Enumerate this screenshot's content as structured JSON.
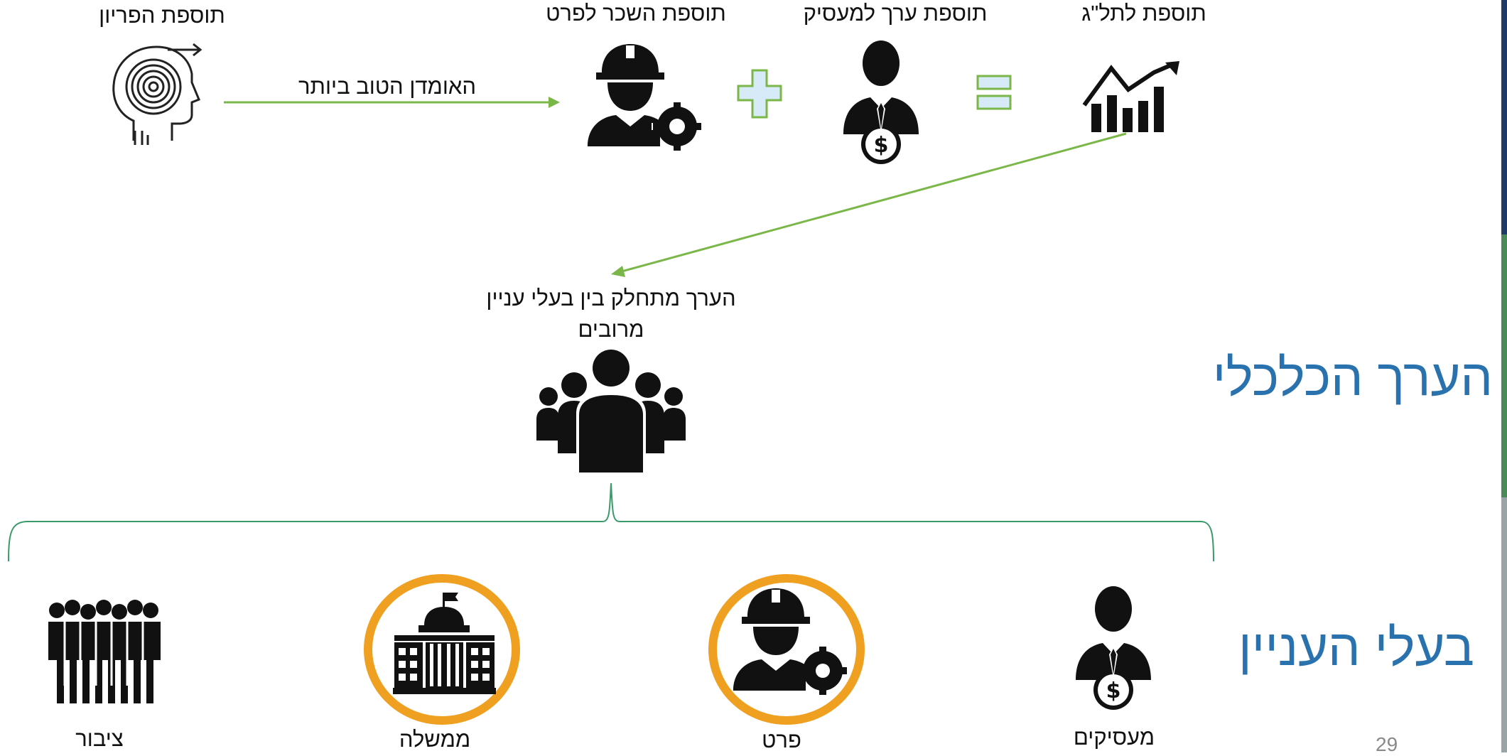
{
  "slide": {
    "top_labels": {
      "productivity": "תוספת הפריון",
      "worker_wage": "תוספת השכר לפרט",
      "employer_value": "תוספת ערך למעסיק",
      "gdp": "תוספת לתל\"ג"
    },
    "arrow_label": "האומדן הטוב ביותר",
    "shared_value_label": "הערך מתחלק בין בעלי עניין מרובים",
    "titles": {
      "economic_value": "הערך הכלכלי",
      "stakeholders": "בעלי העניין"
    },
    "stakeholders": [
      {
        "key": "public",
        "label": "ציבור",
        "icon": "crowd-icon",
        "highlighted": false
      },
      {
        "key": "government",
        "label": "ממשלה",
        "icon": "government-building-icon",
        "highlighted": true
      },
      {
        "key": "individual",
        "label": "פרט",
        "icon": "worker-gear-icon",
        "highlighted": true
      },
      {
        "key": "employers",
        "label": "מעסיקים",
        "icon": "businessman-dollar-icon",
        "highlighted": false
      }
    ],
    "page_number": "29",
    "colors": {
      "title_blue": "#2a72ad",
      "arrow_green": "#7ab648",
      "brace_green": "#3a9a6a",
      "highlight_orange": "#f0a020",
      "operator_fill": "#d6ebf7",
      "operator_stroke": "#7ab648"
    }
  }
}
